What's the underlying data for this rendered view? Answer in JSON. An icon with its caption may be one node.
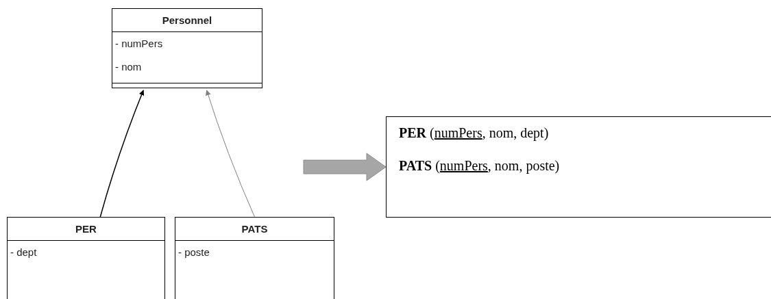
{
  "diagram": {
    "nodes": [
      {
        "text": [
          "Personnel",
          "- numPers",
          "- nom"
        ]
      },
      {
        "text": [
          "PER",
          "- dept"
        ]
      },
      {
        "text": [
          "PATS",
          "- poste"
        ]
      },
      {
        "text": [
          "**PER** (numPers, nom, dept)",
          "**PATS** (numPers, nom, poste)"
        ]
      }
    ],
    "edges": [
      {
        "from": 1,
        "to": 0,
        "arrow": "to"
      },
      {
        "from": 2,
        "to": 0,
        "arrow": "to",
        "color": "#808080"
      },
      {
        "from": null,
        "to": 3,
        "arrow": "to",
        "style": "thick",
        "color": "#a6a6a6"
      }
    ]
  }
}
